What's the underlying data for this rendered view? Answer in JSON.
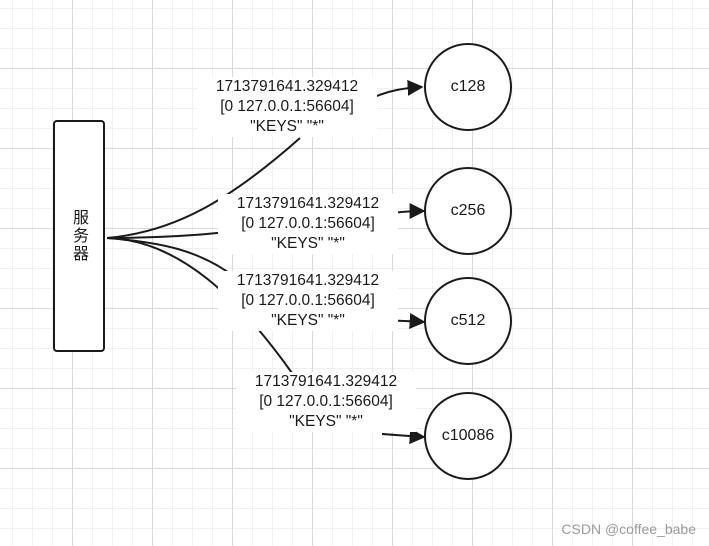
{
  "server": {
    "label": "服务器"
  },
  "clients": [
    {
      "name": "c128"
    },
    {
      "name": "c256"
    },
    {
      "name": "c512"
    },
    {
      "name": "c10086"
    }
  ],
  "messages": [
    {
      "timestamp": "1713791641.329412",
      "source": "[0 127.0.0.1:56604]",
      "command": "\"KEYS\" \"*\""
    },
    {
      "timestamp": "1713791641.329412",
      "source": "[0 127.0.0.1:56604]",
      "command": "\"KEYS\" \"*\""
    },
    {
      "timestamp": "1713791641.329412",
      "source": "[0 127.0.0.1:56604]",
      "command": "\"KEYS\" \"*\""
    },
    {
      "timestamp": "1713791641.329412",
      "source": "[0 127.0.0.1:56604]",
      "command": "\"KEYS\" \"*\""
    }
  ],
  "watermark": "CSDN @coffee_babe"
}
